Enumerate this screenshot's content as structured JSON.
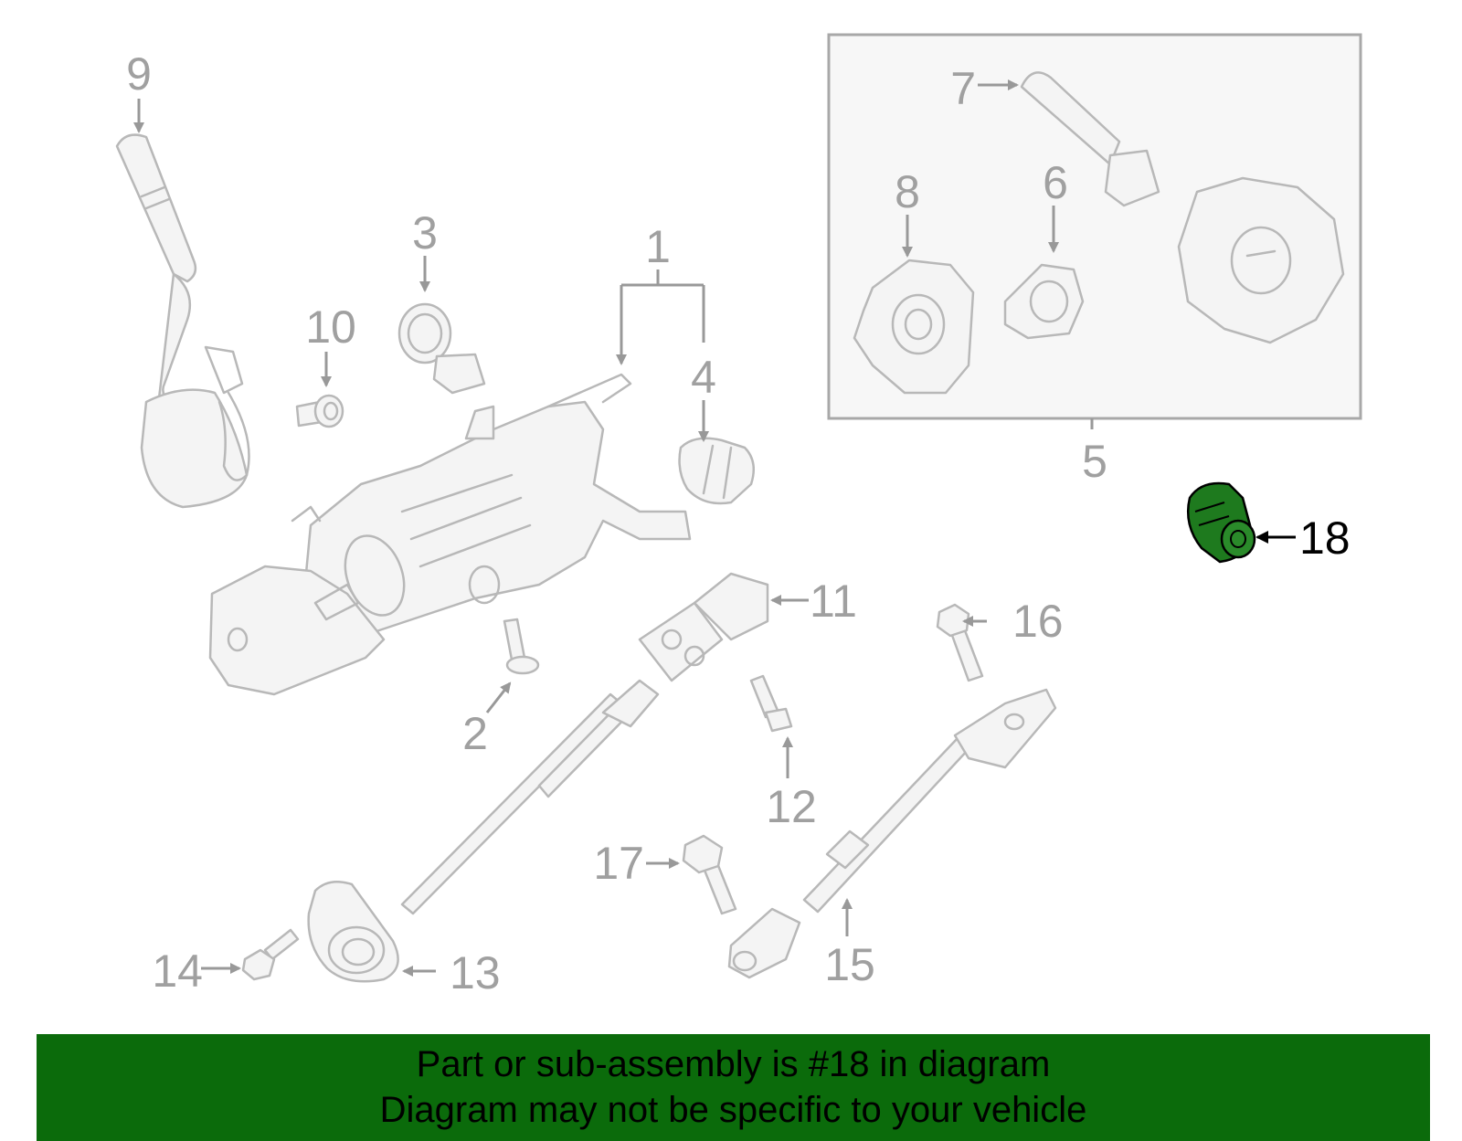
{
  "diagram": {
    "callouts": [
      "1",
      "2",
      "3",
      "4",
      "5",
      "6",
      "7",
      "8",
      "9",
      "10",
      "11",
      "12",
      "13",
      "14",
      "15",
      "16",
      "17",
      "18"
    ],
    "highlighted_callout": "18",
    "colors": {
      "highlight": "#1e7a1e",
      "banner": "#0b6b0b",
      "linework": "#b8b8b8",
      "labels": "#a0a0a0"
    }
  },
  "banner": {
    "line1": "Part or sub-assembly is #18 in diagram",
    "line2": "Diagram may not be specific to your vehicle"
  }
}
